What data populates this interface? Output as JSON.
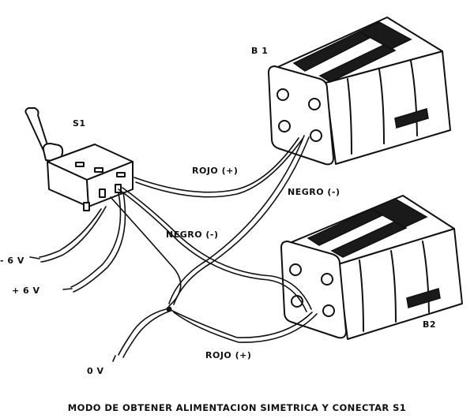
{
  "labels": {
    "b1": "B 1",
    "b2": "B2",
    "s1": "S1",
    "rojo_top": "ROJO (+)",
    "negro_top": "NEGRO (-)",
    "negro_mid": "NEGRO (-)",
    "rojo_bottom": "ROJO (+)",
    "minus6": "- 6 V",
    "plus6": "+ 6 V",
    "zero": "0 V"
  },
  "caption": "MODO DE OBTENER ALIMENTACION SIMETRICA Y CONECTAR S1"
}
